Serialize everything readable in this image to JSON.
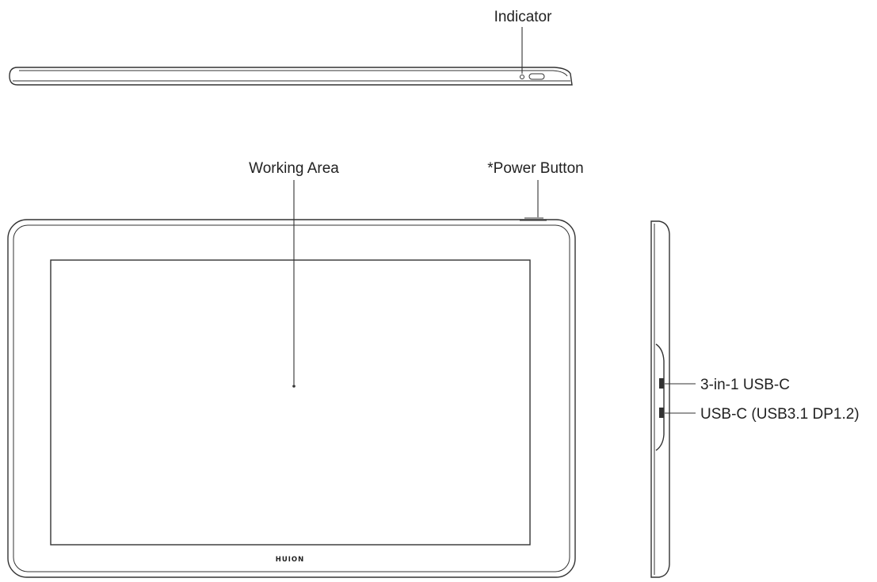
{
  "labels": {
    "indicator": "Indicator",
    "working_area": "Working Area",
    "power_button": "*Power Button",
    "port_3in1": "3-in-1 USB-C",
    "port_usbc": "USB-C (USB3.1 DP1.2)"
  },
  "brand": {
    "logo_text": "HUION"
  }
}
